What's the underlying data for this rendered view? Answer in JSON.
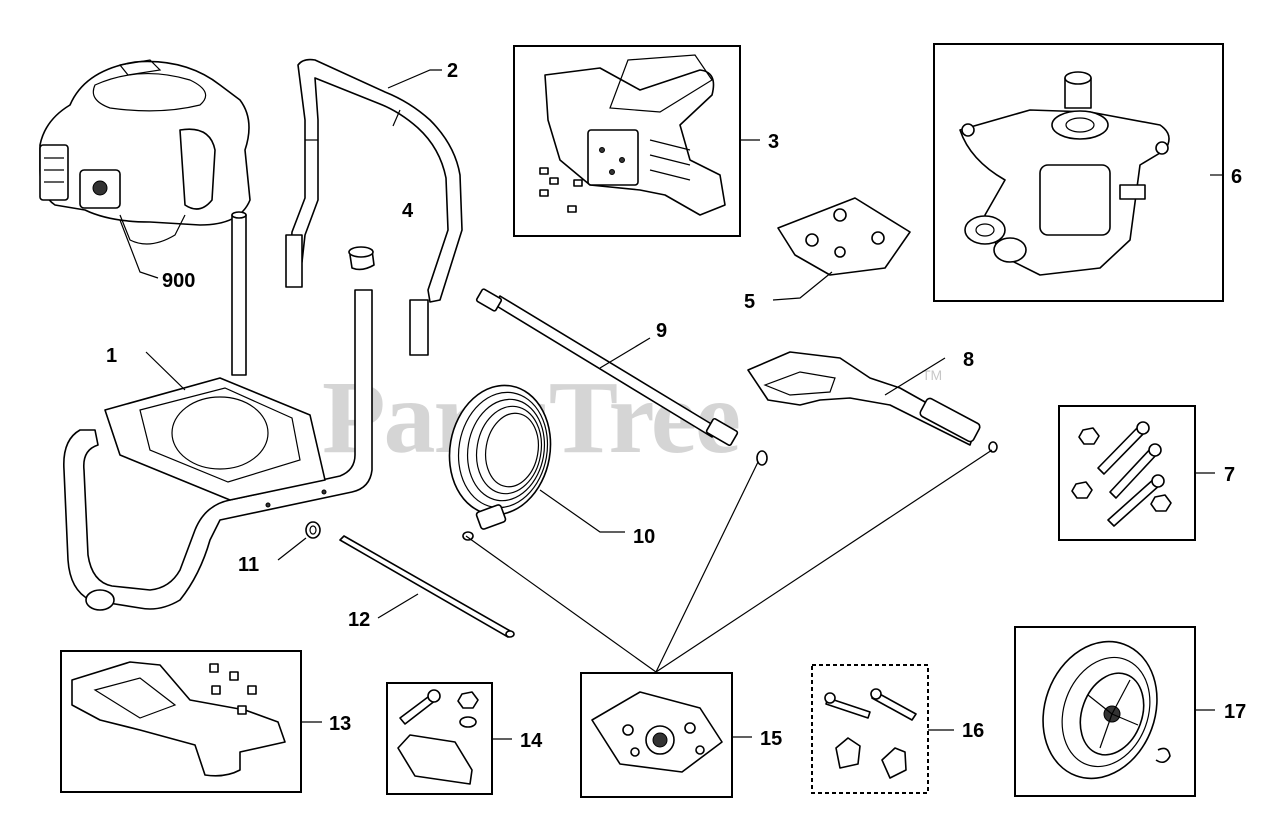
{
  "watermark": {
    "text": "PartsTree",
    "mark": "TM"
  },
  "callouts": {
    "c1": "1",
    "c2": "2",
    "c3": "3",
    "c4": "4",
    "c5": "5",
    "c6": "6",
    "c7": "7",
    "c8": "8",
    "c9": "9",
    "c10": "10",
    "c11": "11",
    "c12": "12",
    "c13": "13",
    "c14": "14",
    "c15": "15",
    "c16": "16",
    "c17": "17",
    "c900": "900"
  }
}
